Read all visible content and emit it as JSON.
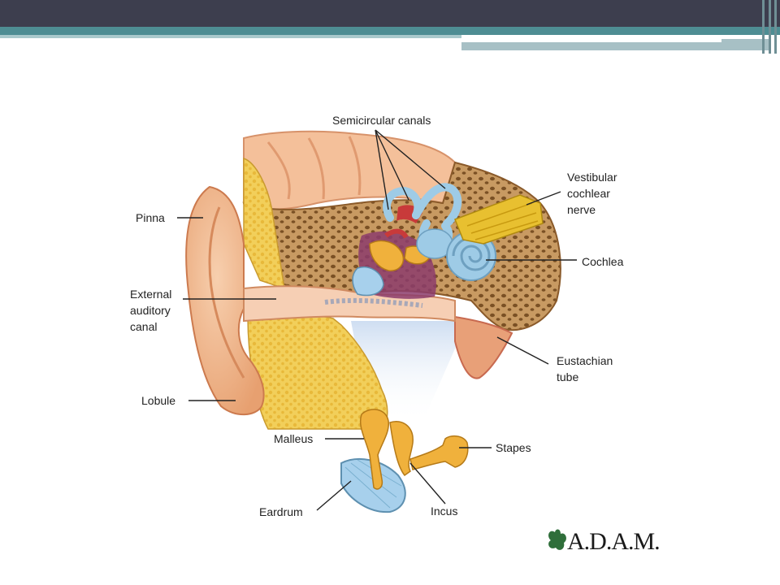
{
  "labels": {
    "semicircular": "Semicircular canals",
    "vestibular": [
      "Vestibular",
      "cochlear",
      "nerve"
    ],
    "pinna": "Pinna",
    "cochlea": "Cochlea",
    "external": [
      "External",
      "auditory",
      "canal"
    ],
    "eustachian": [
      "Eustachian",
      "tube"
    ],
    "lobule": "Lobule",
    "malleus": "Malleus",
    "stapes": "Stapes",
    "eardrum": "Eardrum",
    "incus": "Incus"
  },
  "logo": {
    "text": "A.D.A.M."
  },
  "colors": {
    "skin": "#f0b48a",
    "bone": "#c89a62",
    "bone_dark": "#7a5024",
    "fat": "#f2cf5a",
    "canal_blue": "#9ecbe6",
    "vessel_red": "#c83a3a",
    "nerve_yellow": "#e8c030",
    "ossicle_gold": "#f0b13c"
  }
}
